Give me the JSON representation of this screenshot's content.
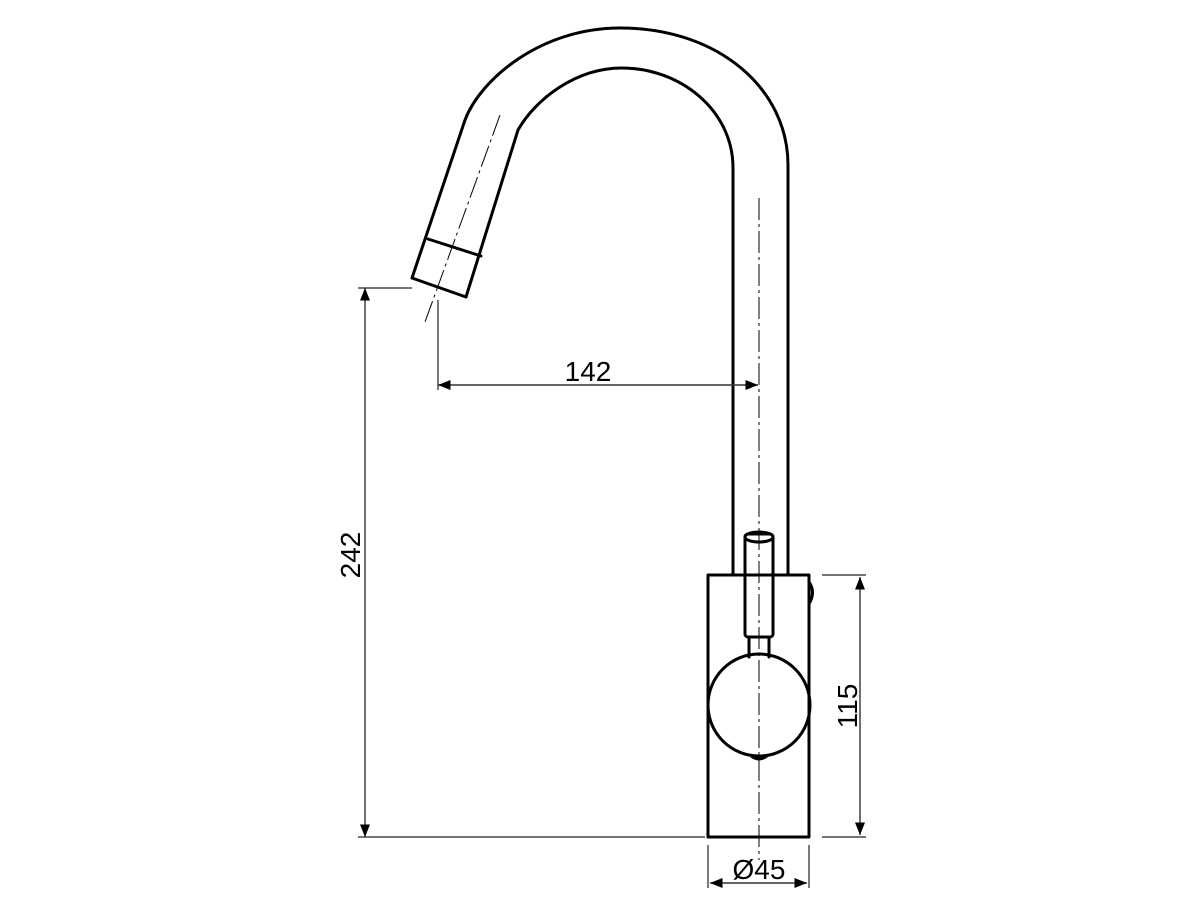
{
  "drawing": {
    "type": "technical dimension drawing",
    "subject": "gooseneck mixer tap side elevation",
    "dimensions": {
      "spout_reach": "142",
      "overall_height": "242",
      "body_height": "115",
      "body_diameter": "Ø45"
    },
    "colors": {
      "line": "#000000",
      "dimension_line": "#333333",
      "background": "#ffffff"
    }
  }
}
